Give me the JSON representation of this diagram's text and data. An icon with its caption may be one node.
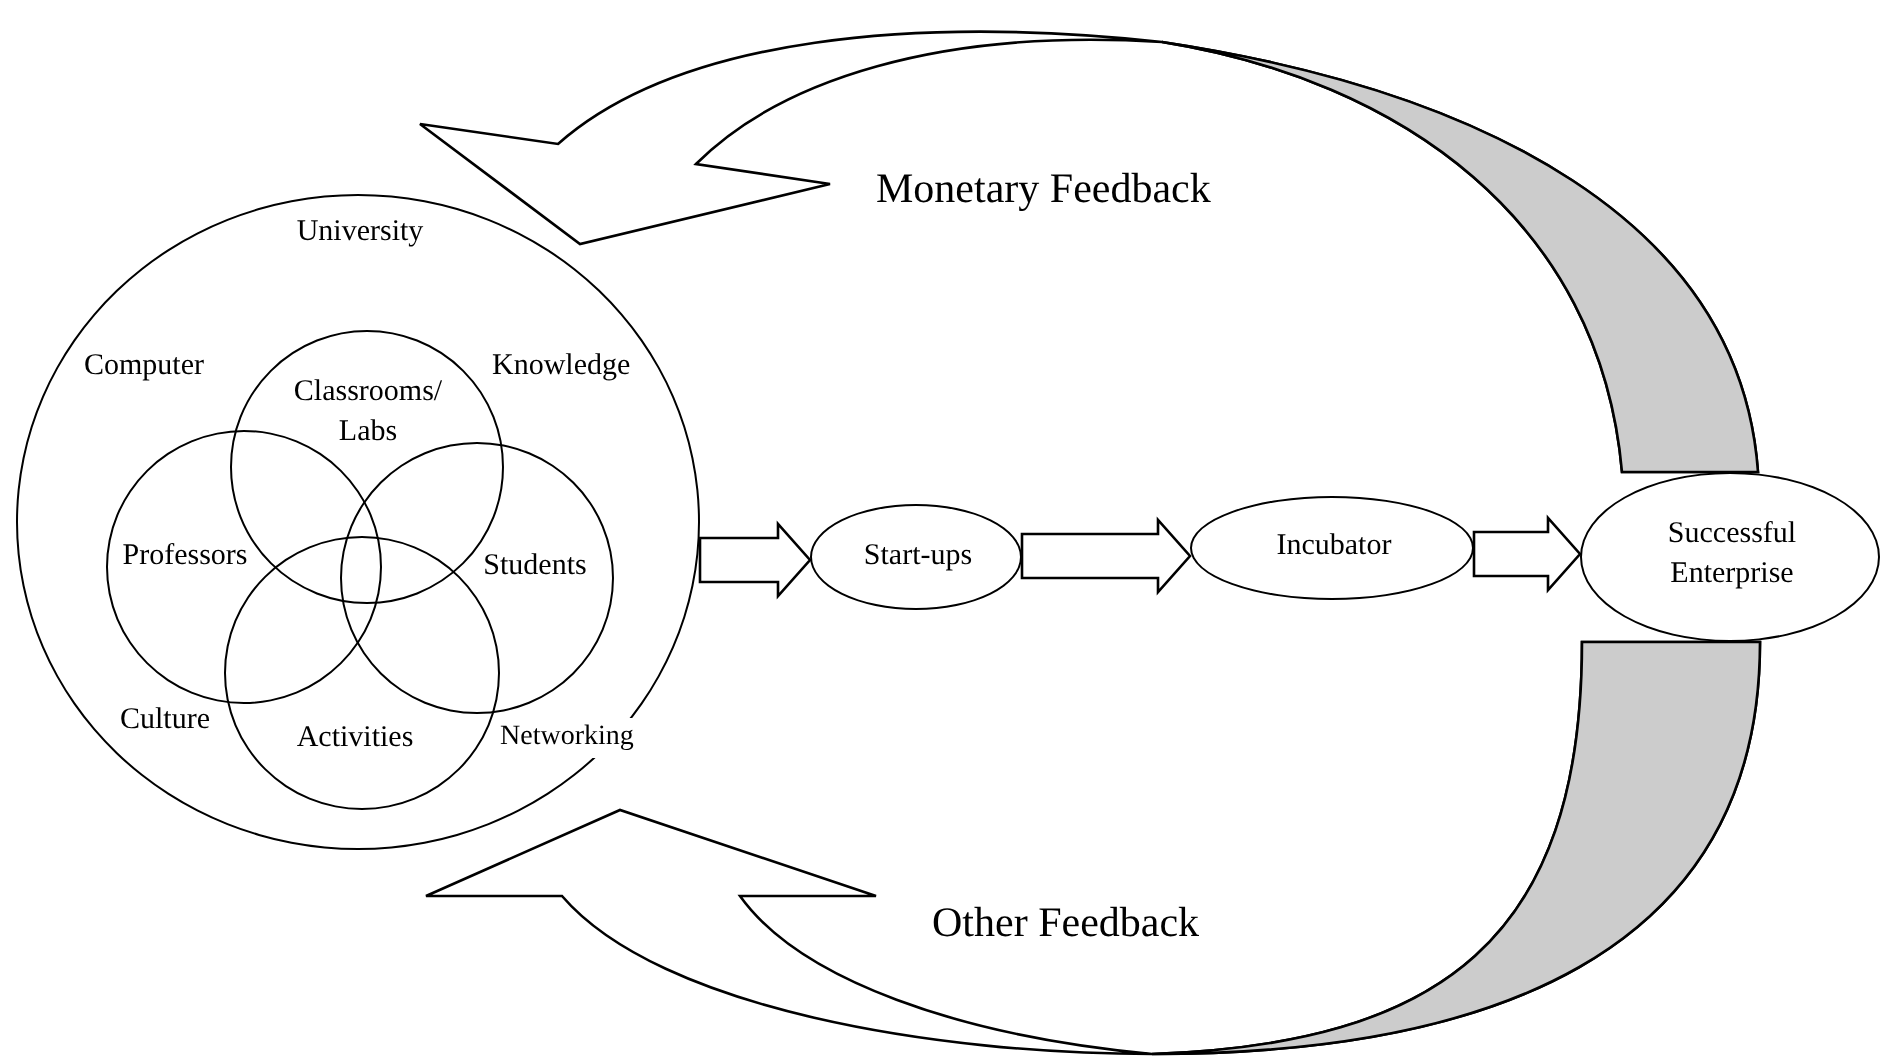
{
  "diagram": {
    "nodes": [
      {
        "text": [
          "University"
        ]
      },
      {
        "text": [
          "Classrooms/ Labs"
        ],
        "in": 0
      },
      {
        "text": [
          "Professors"
        ],
        "in": 0
      },
      {
        "text": [
          "Students"
        ],
        "in": 0
      },
      {
        "text": [
          "Activities"
        ],
        "in": 0
      },
      {
        "text": [
          "Start-ups"
        ]
      },
      {
        "text": [
          "Incubator"
        ]
      },
      {
        "text": [
          "Successful Enterprise"
        ]
      }
    ],
    "edges": [
      {
        "from": 0,
        "to": 5,
        "arrow": "to"
      },
      {
        "from": 5,
        "to": 6,
        "arrow": "to"
      },
      {
        "from": 6,
        "to": 7,
        "arrow": "to"
      },
      {
        "from": 7,
        "to": 0,
        "arrow": "to",
        "label": "Monetary Feedback"
      },
      {
        "from": 7,
        "to": 0,
        "arrow": "to",
        "label": "Other Feedback"
      }
    ],
    "labels": [
      "Computer",
      "Knowledge",
      "Culture",
      "Networking"
    ]
  }
}
